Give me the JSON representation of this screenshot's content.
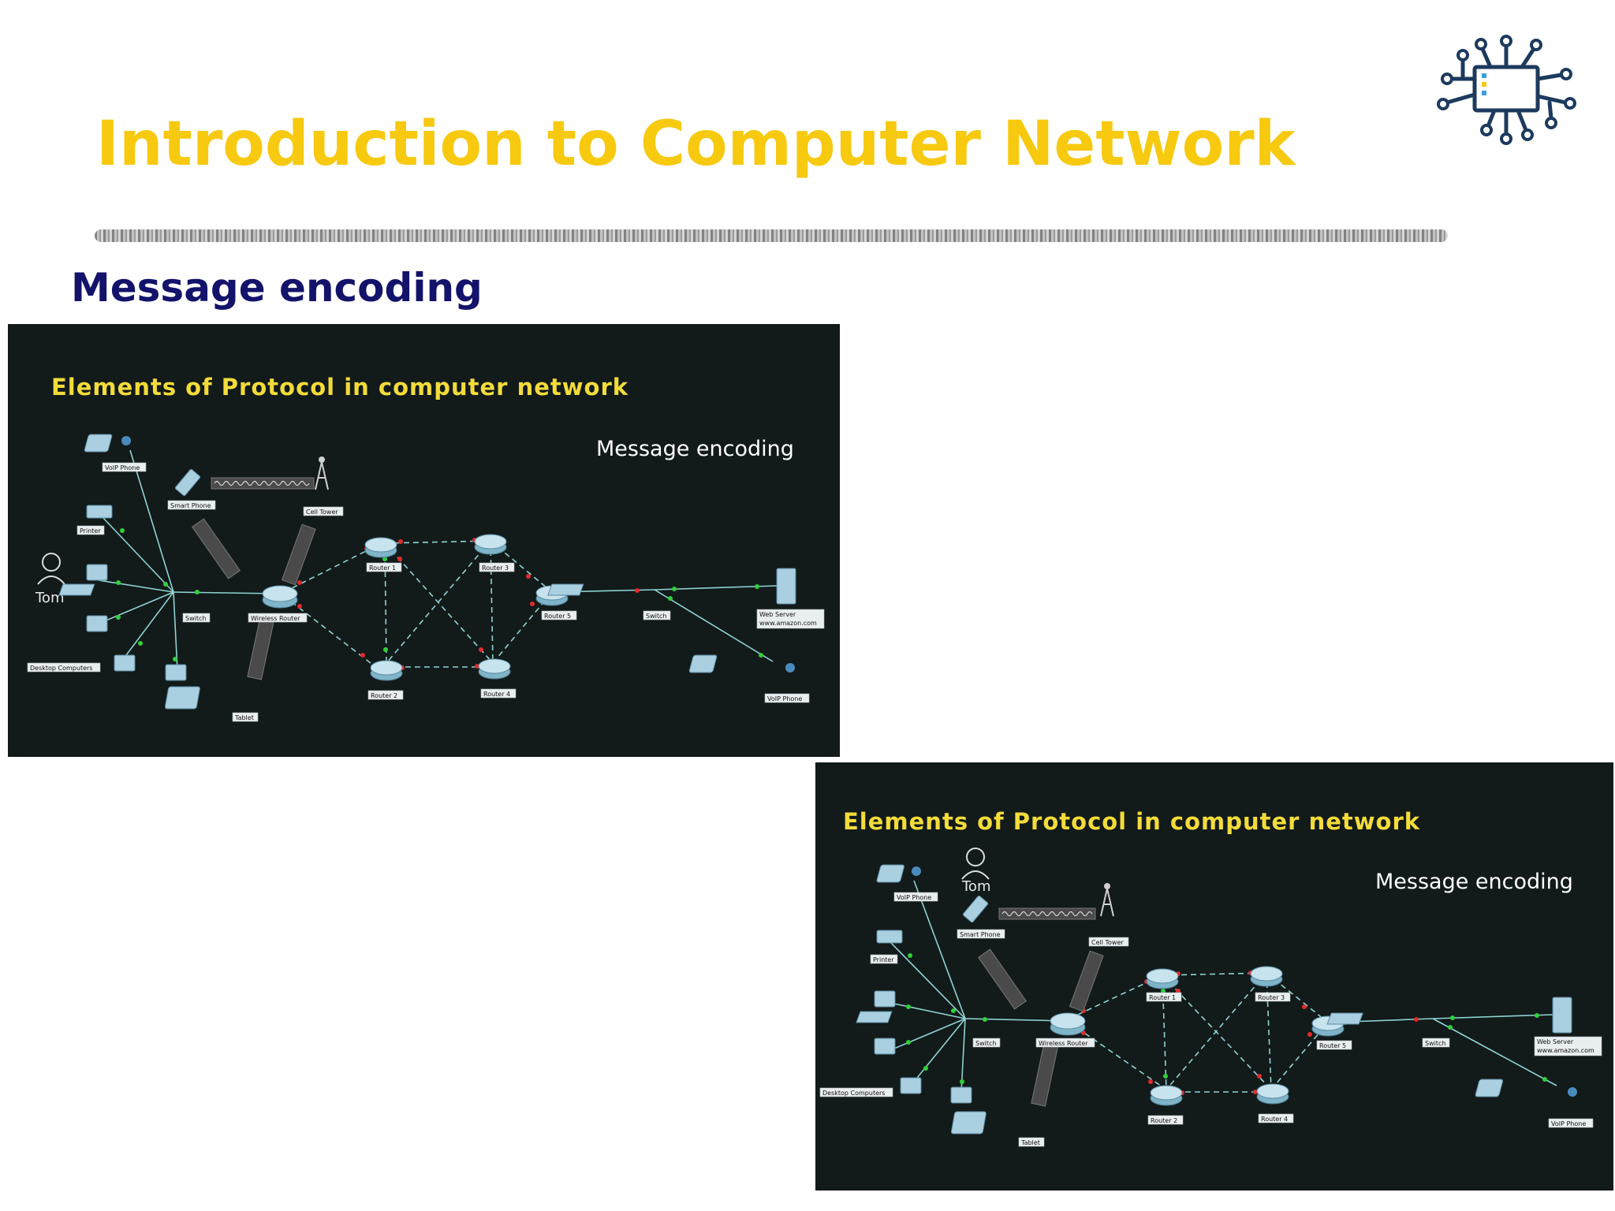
{
  "slide": {
    "title": "Introduction to Computer Network",
    "section_heading": "Message encoding"
  },
  "logo": {
    "icon": "circuit-monitor-icon"
  },
  "figures": [
    {
      "title": "Elements of Protocol in computer network",
      "subtitle": "Message encoding",
      "labels": {
        "tom": "Tom",
        "voip_phone_left": "VoIP Phone",
        "smart_phone": "Smart Phone",
        "cell_tower": "Cell Tower",
        "printer": "Printer",
        "switch_left": "Switch",
        "desktop_computers": "Desktop Computers",
        "wireless_router": "Wireless Router",
        "tablet": "Tablet",
        "router1": "Router 1",
        "router2": "Router 2",
        "router3": "Router 3",
        "router4": "Router 4",
        "router5": "Router 5",
        "switch_right": "Switch",
        "web_server": "Web Server",
        "web_server_url": "www.amazon.com",
        "voip_phone_right": "VoIP Phone"
      }
    },
    {
      "title": "Elements of Protocol in computer network",
      "subtitle": "Message encoding",
      "labels": {
        "tom": "Tom",
        "voip_phone_left": "VoIP Phone",
        "smart_phone": "Smart Phone",
        "cell_tower": "Cell Tower",
        "printer": "Printer",
        "switch_left": "Switch",
        "desktop_computers": "Desktop Computers",
        "wireless_router": "Wireless Router",
        "tablet": "Tablet",
        "router1": "Router 1",
        "router2": "Router 2",
        "router3": "Router 3",
        "router4": "Router 4",
        "router5": "Router 5",
        "switch_right": "Switch",
        "web_server": "Web Server",
        "web_server_url": "www.amazon.com",
        "voip_phone_right": "VoIP Phone"
      }
    }
  ],
  "colors": {
    "title": "#f7c90f",
    "section_heading": "#13136b",
    "figure_background": "#121a1a",
    "figure_title": "#f3dc3a",
    "logo": "#1c3a5e"
  }
}
